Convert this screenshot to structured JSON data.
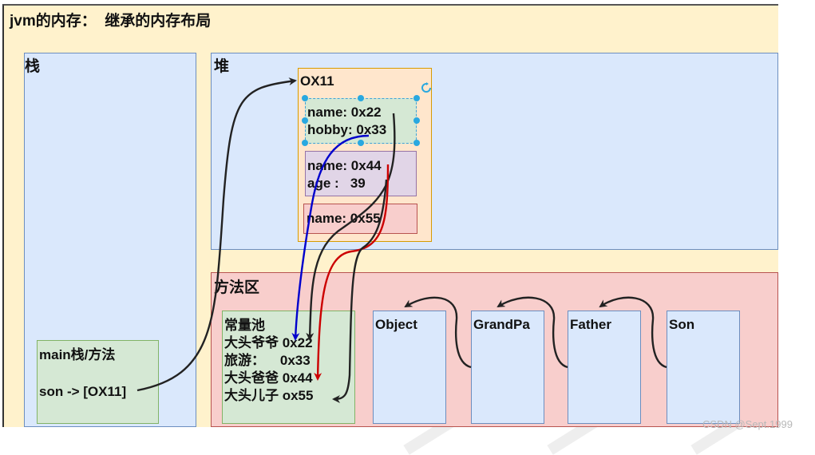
{
  "title": "jvm的内存：  继承的内存布局",
  "stack": {
    "label": "栈",
    "main_frame": {
      "title": "main栈/方法",
      "var": "son -> [OX11]"
    }
  },
  "heap": {
    "label": "堆",
    "object": {
      "address": "OX11",
      "grandpa_fields": [
        "name: 0x22",
        "hobby: 0x33"
      ],
      "father_fields": [
        "name: 0x44",
        "age :   39"
      ],
      "son_fields": [
        "name: 0x55"
      ]
    }
  },
  "method_area": {
    "label": "方法区",
    "constant_pool": {
      "title": "常量池",
      "entries": [
        "大头爷爷 0x22",
        "旅游：    0x33",
        "大头爸爸 0x44",
        "大头儿子 ox55"
      ]
    },
    "classes": [
      "Object",
      "GrandPa",
      "Father",
      "Son"
    ]
  },
  "watermark": "CSDN @Sept.1999",
  "colors": {
    "background": "#fff2cc",
    "stack_heap": "#dae8fc",
    "method_area": "#f8cecc",
    "green_box": "#d5e8d4",
    "object_box": "#ffe6cc",
    "purple_box": "#e1d5e7",
    "arrow_black": "#222222",
    "arrow_blue": "#0000cc",
    "arrow_red": "#cc0000"
  }
}
